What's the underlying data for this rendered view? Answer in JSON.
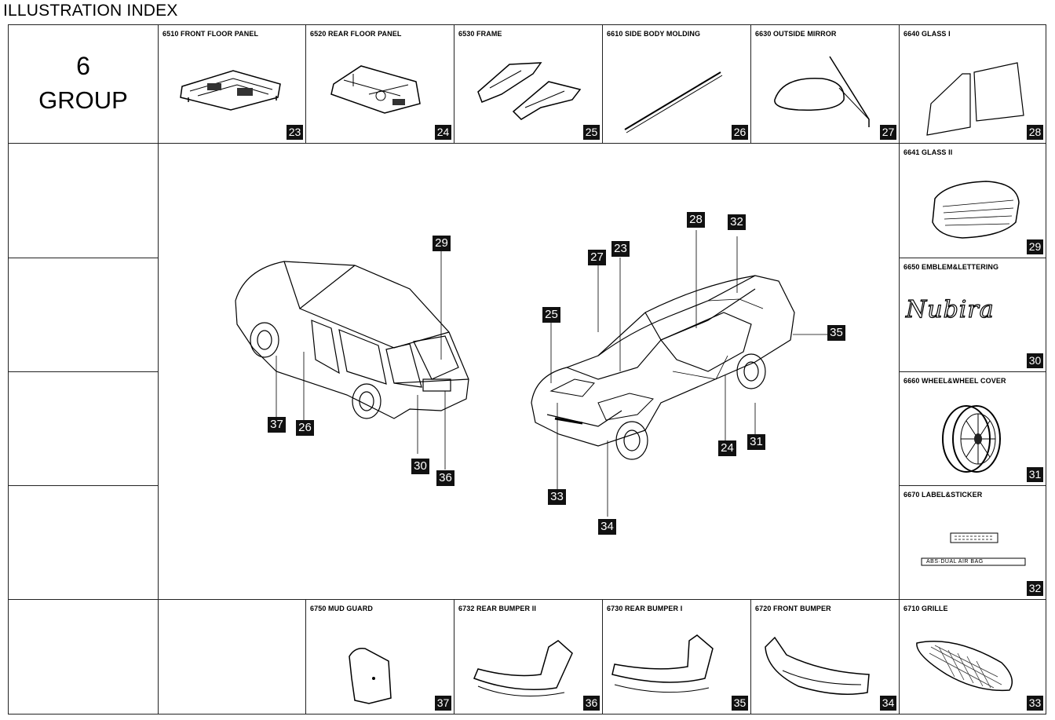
{
  "header": {
    "title": "ILLUSTRATION INDEX"
  },
  "group": {
    "number": "6",
    "word": "GROUP"
  },
  "top_row": [
    {
      "label": "6510 FRONT FLOOR PANEL",
      "num": "23"
    },
    {
      "label": "6520 REAR FLOOR PANEL",
      "num": "24"
    },
    {
      "label": "6530 FRAME",
      "num": "25"
    },
    {
      "label": "6610 SIDE BODY MOLDING",
      "num": "26"
    },
    {
      "label": "6630 OUTSIDE MIRROR",
      "num": "27"
    },
    {
      "label": "6640 GLASS I",
      "num": "28"
    }
  ],
  "right_col": [
    {
      "label": "6641 GLASS II",
      "num": "29"
    },
    {
      "label": "6650 EMBLEM&LETTERING",
      "num": "30",
      "emblem_text": "Nubira"
    },
    {
      "label": "6660 WHEEL&WHEEL COVER",
      "num": "31"
    },
    {
      "label": "6670 LABEL&STICKER",
      "num": "32",
      "sticker_text": "ABS·DUAL AIR BAG"
    }
  ],
  "bottom_row": [
    {
      "label": "6750 MUD GUARD",
      "num": "37"
    },
    {
      "label": "6732 REAR BUMPER II",
      "num": "36"
    },
    {
      "label": "6730 REAR BUMPER I",
      "num": "35"
    },
    {
      "label": "6720 FRONT BUMPER",
      "num": "34"
    },
    {
      "label": "6710 GRILLE",
      "num": "33"
    }
  ],
  "callouts": {
    "wagon": [
      "29",
      "37",
      "26",
      "30",
      "36"
    ],
    "sedan": [
      "27",
      "23",
      "28",
      "32",
      "25",
      "35",
      "24",
      "31",
      "33",
      "34"
    ]
  }
}
